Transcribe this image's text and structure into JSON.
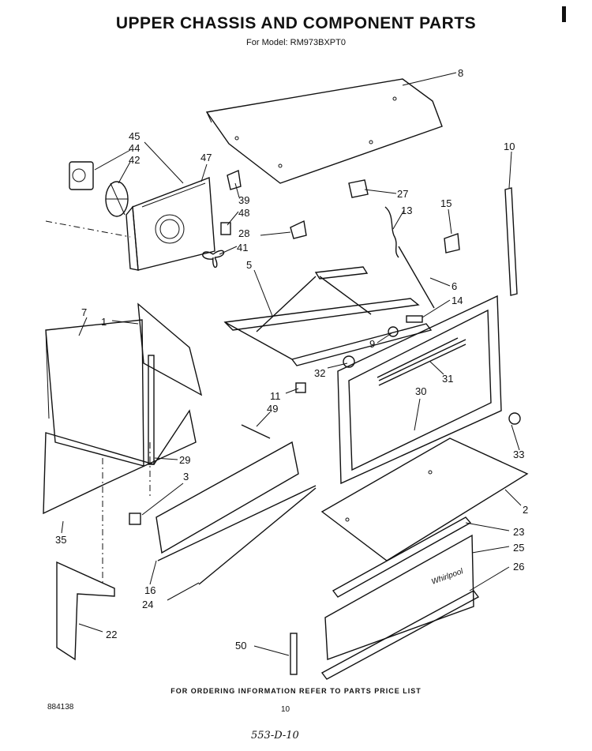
{
  "header": {
    "title": "UPPER CHASSIS AND COMPONENT PARTS",
    "subtitle": "For Model: RM973BXPT0"
  },
  "footer": {
    "ordering_note": "FOR ORDERING INFORMATION REFER TO PARTS PRICE LIST",
    "doc_number": "884138",
    "page_number": "10",
    "handwritten": "553-D-10"
  },
  "callouts": {
    "c1": "1",
    "c2": "2",
    "c3": "3",
    "c5": "5",
    "c6": "6",
    "c7": "7",
    "c8": "8",
    "c9": "9",
    "c10": "10",
    "c11": "11",
    "c13": "13",
    "c14": "14",
    "c15": "15",
    "c16": "16",
    "c22": "22",
    "c23": "23",
    "c24": "24",
    "c25": "25",
    "c26": "26",
    "c27": "27",
    "c28": "28",
    "c29": "29",
    "c30": "30",
    "c31": "31",
    "c32": "32",
    "c33": "33",
    "c35": "35",
    "c39": "39",
    "c41": "41",
    "c42": "42",
    "c44": "44",
    "c45": "45",
    "c47": "47",
    "c48": "48",
    "c49": "49",
    "c50": "50"
  }
}
